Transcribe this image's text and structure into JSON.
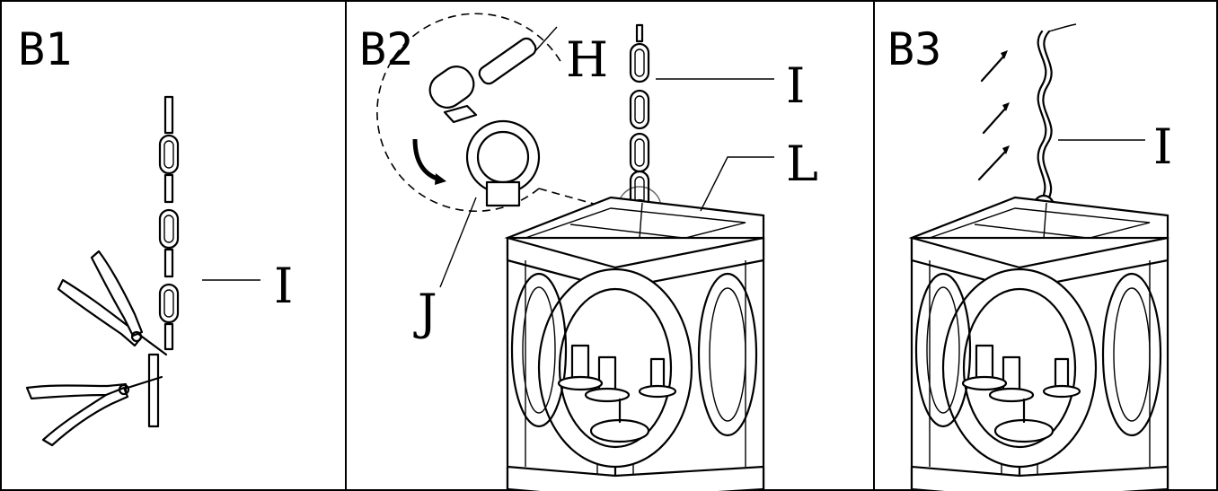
{
  "panels": [
    {
      "step": "B1",
      "callouts": [
        "I"
      ]
    },
    {
      "step": "B2",
      "callouts": [
        "H",
        "I",
        "L",
        "J"
      ]
    },
    {
      "step": "B3",
      "callouts": [
        "I"
      ]
    }
  ],
  "colors": {
    "ink": "#000000",
    "paper": "#ffffff"
  }
}
